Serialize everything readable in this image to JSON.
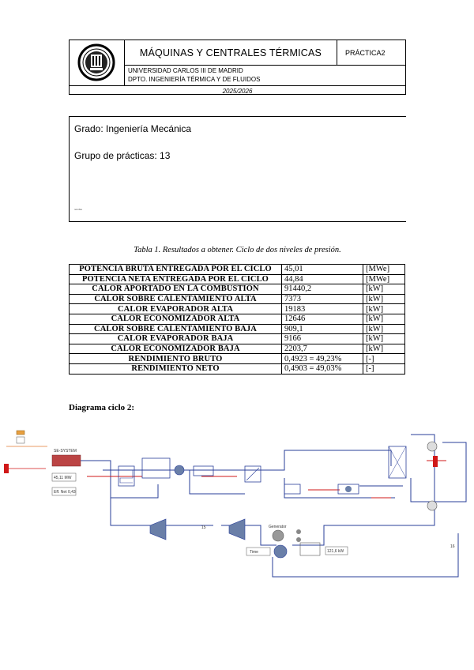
{
  "header": {
    "title": "MÁQUINAS Y CENTRALES TÉRMICAS",
    "practice": "PRÁCTICA2",
    "university": "UNIVERSIDAD CARLOS III DE MADRID",
    "department": "DPTO. INGENIERÍA TÉRMICA Y DE FLUIDOS",
    "year": "2025/2026"
  },
  "info": {
    "grado": "Grado: Ingeniería Mecánica",
    "grupo": "Grupo de prácticas: 13",
    "tiny_note": "nombre"
  },
  "table_caption": "Tabla 1. Resultados a obtener. Ciclo de dos niveles de presión.",
  "results": [
    {
      "name": "POTENCIA BRUTA ENTREGADA POR EL CICLO",
      "value": "45,01",
      "unit": "[MWe]"
    },
    {
      "name": "POTENCIA NETA ENTREGADA POR EL CICLO",
      "value": "44,84",
      "unit": "[MWe]"
    },
    {
      "name": "CALOR APORTADO EN LA COMBUSTIÓN",
      "value": "91440,2",
      "unit": "[kW]"
    },
    {
      "name": "CALOR SOBRE CALENTAMIENTO ALTA",
      "value": "7373",
      "unit": "[kW]"
    },
    {
      "name": "CALOR EVAPORADOR ALTA",
      "value": "19183",
      "unit": "[kW]"
    },
    {
      "name": "CALOR ECONOMIZADOR ALTA",
      "value": "12646",
      "unit": "[kW]"
    },
    {
      "name": "CALOR SOBRE CALENTAMIENTO BAJA",
      "value": "909,1",
      "unit": "[kW]"
    },
    {
      "name": "CALOR EVAPORADOR BAJA",
      "value": "9166",
      "unit": "[kW]"
    },
    {
      "name": "CALOR ECONOMIZADOR BAJA",
      "value": "2203,7",
      "unit": "[kW]"
    },
    {
      "name": "RENDIMIENTO BRUTO",
      "value": "0,4923 = 49,23%",
      "unit": "[-]"
    },
    {
      "name": "RENDIMIENTO NETO",
      "value": "0,4903 = 49,03%",
      "unit": "[-]"
    }
  ],
  "diagram": {
    "title": "Diagrama ciclo 2:",
    "labels": {
      "system": "SE-SYSTEM",
      "power_box": "45,11 MW",
      "eff_box": "Eff. Net 0,43",
      "turbine_label": "Generator",
      "time_box": "Time",
      "power_box2": "121,6 kW",
      "node15": "15",
      "node16": "16"
    },
    "colors": {
      "pipe": "#2a3f9a",
      "hot": "#d01818",
      "component": "#6a7fa8"
    }
  }
}
